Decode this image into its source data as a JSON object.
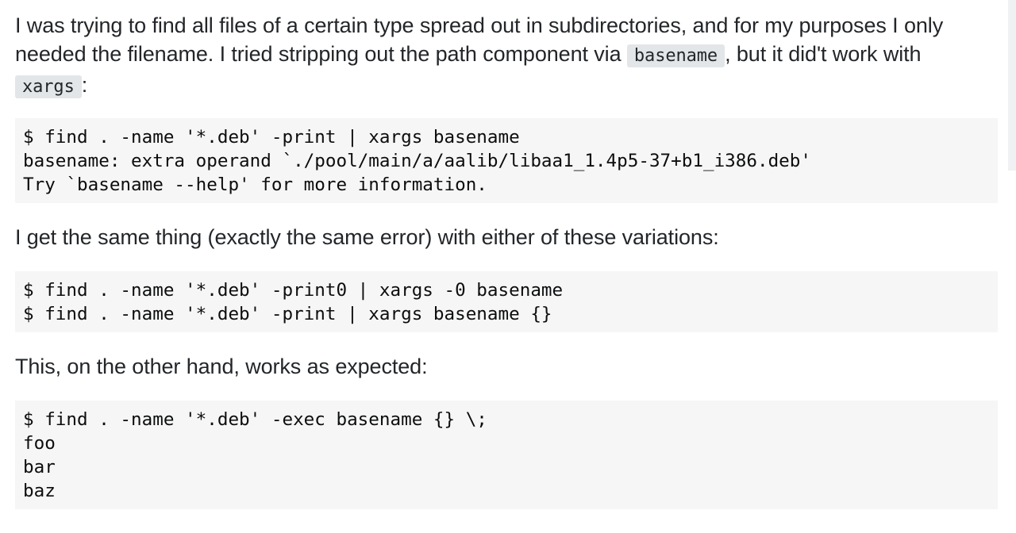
{
  "paragraph1": {
    "text_a": "I was trying to find all files of a certain type spread out in subdirectories, and for my purposes I only needed the filename. I tried stripping out the path component via ",
    "code_a": "basename",
    "text_b": ", but it did't work with ",
    "code_b": "xargs",
    "text_c": ":"
  },
  "code_block1": {
    "lines": [
      "$ find . -name '*.deb' -print | xargs basename",
      "basename: extra operand `./pool/main/a/aalib/libaa1_1.4p5-37+b1_i386.deb'",
      "Try `basename --help' for more information."
    ]
  },
  "paragraph2": {
    "text": "I get the same thing (exactly the same error) with either of these variations:"
  },
  "code_block2": {
    "lines": [
      "$ find . -name '*.deb' -print0 | xargs -0 basename",
      "$ find . -name '*.deb' -print | xargs basename {}"
    ]
  },
  "paragraph3": {
    "text": "This, on the other hand, works as expected:"
  },
  "code_block3": {
    "lines": [
      "$ find . -name '*.deb' -exec basename {} \\;",
      "foo",
      "bar",
      "baz"
    ]
  }
}
